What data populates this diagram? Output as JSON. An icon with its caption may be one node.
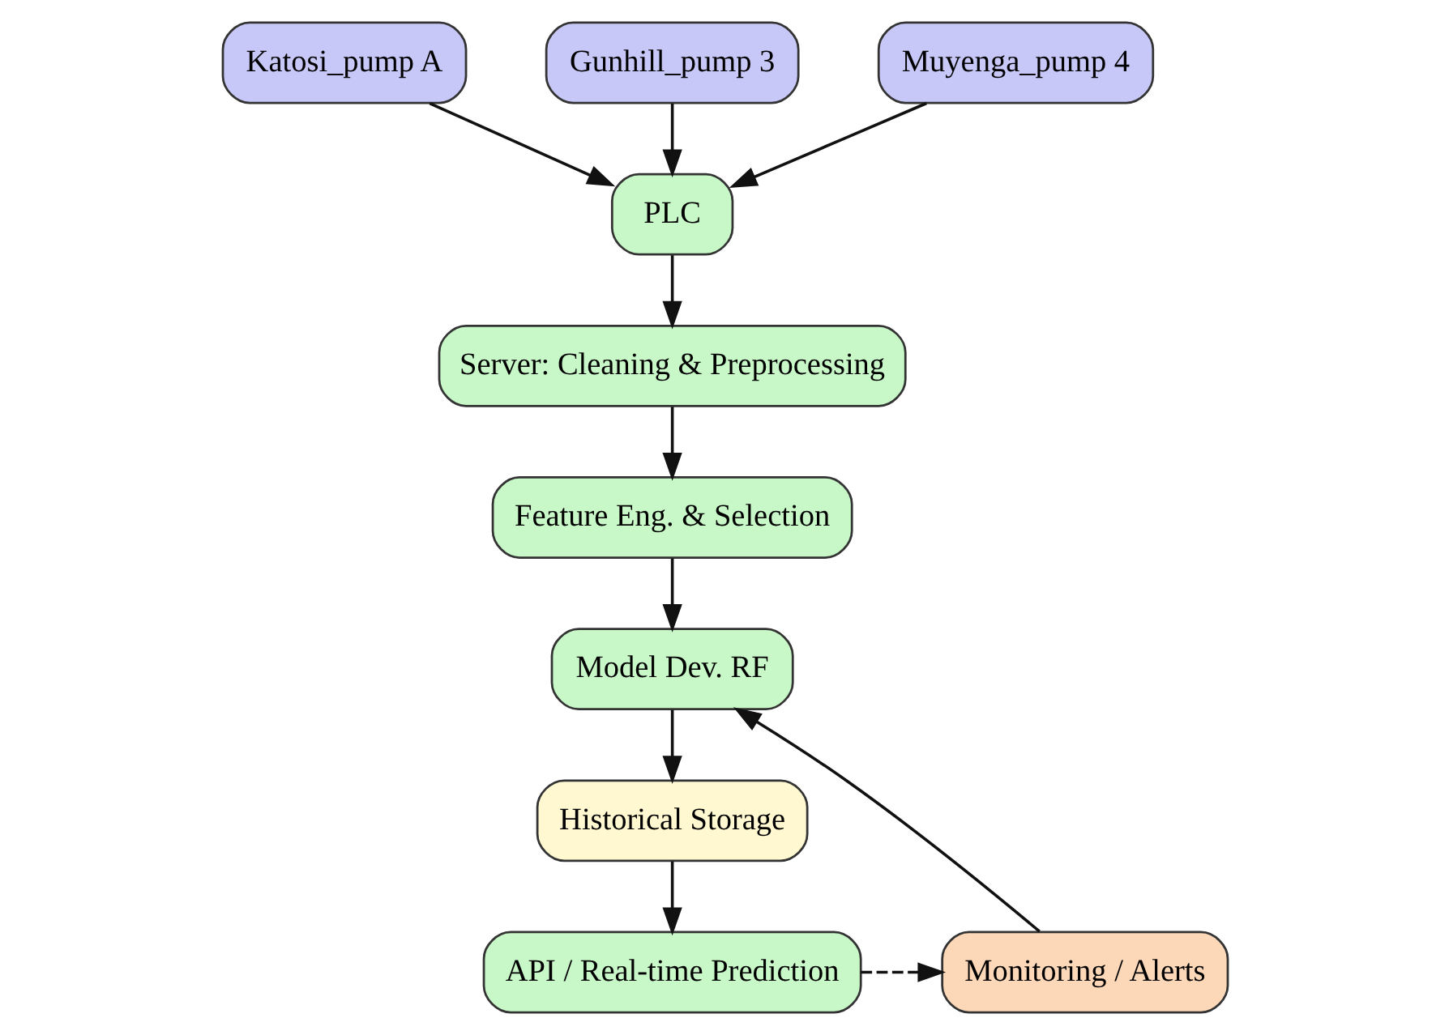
{
  "diagram": {
    "nodes": [
      {
        "text": [
          "Katosi_pump A"
        ]
      },
      {
        "text": [
          "Gunhill_pump 3"
        ]
      },
      {
        "text": [
          "Muyenga_pump 4"
        ]
      },
      {
        "text": [
          "PLC"
        ]
      },
      {
        "text": [
          "Server: Cleaning & Preprocessing"
        ]
      },
      {
        "text": [
          "Feature Eng. & Selection"
        ]
      },
      {
        "text": [
          "Model Dev. RF"
        ]
      },
      {
        "text": [
          "Historical Storage"
        ]
      },
      {
        "text": [
          "API / Real-time Prediction"
        ]
      },
      {
        "text": [
          "Monitoring / Alerts"
        ]
      }
    ],
    "edges": [
      {
        "from": 0,
        "to": 3,
        "arrow": "to"
      },
      {
        "from": 1,
        "to": 3,
        "arrow": "to"
      },
      {
        "from": 2,
        "to": 3,
        "arrow": "to"
      },
      {
        "from": 3,
        "to": 4,
        "arrow": "to"
      },
      {
        "from": 4,
        "to": 5,
        "arrow": "to"
      },
      {
        "from": 5,
        "to": 6,
        "arrow": "to"
      },
      {
        "from": 6,
        "to": 7,
        "arrow": "to"
      },
      {
        "from": 7,
        "to": 8,
        "arrow": "to"
      },
      {
        "from": 8,
        "to": 9,
        "arrow": "to",
        "style": "dashed"
      },
      {
        "from": 9,
        "to": 6,
        "arrow": "to"
      }
    ]
  }
}
